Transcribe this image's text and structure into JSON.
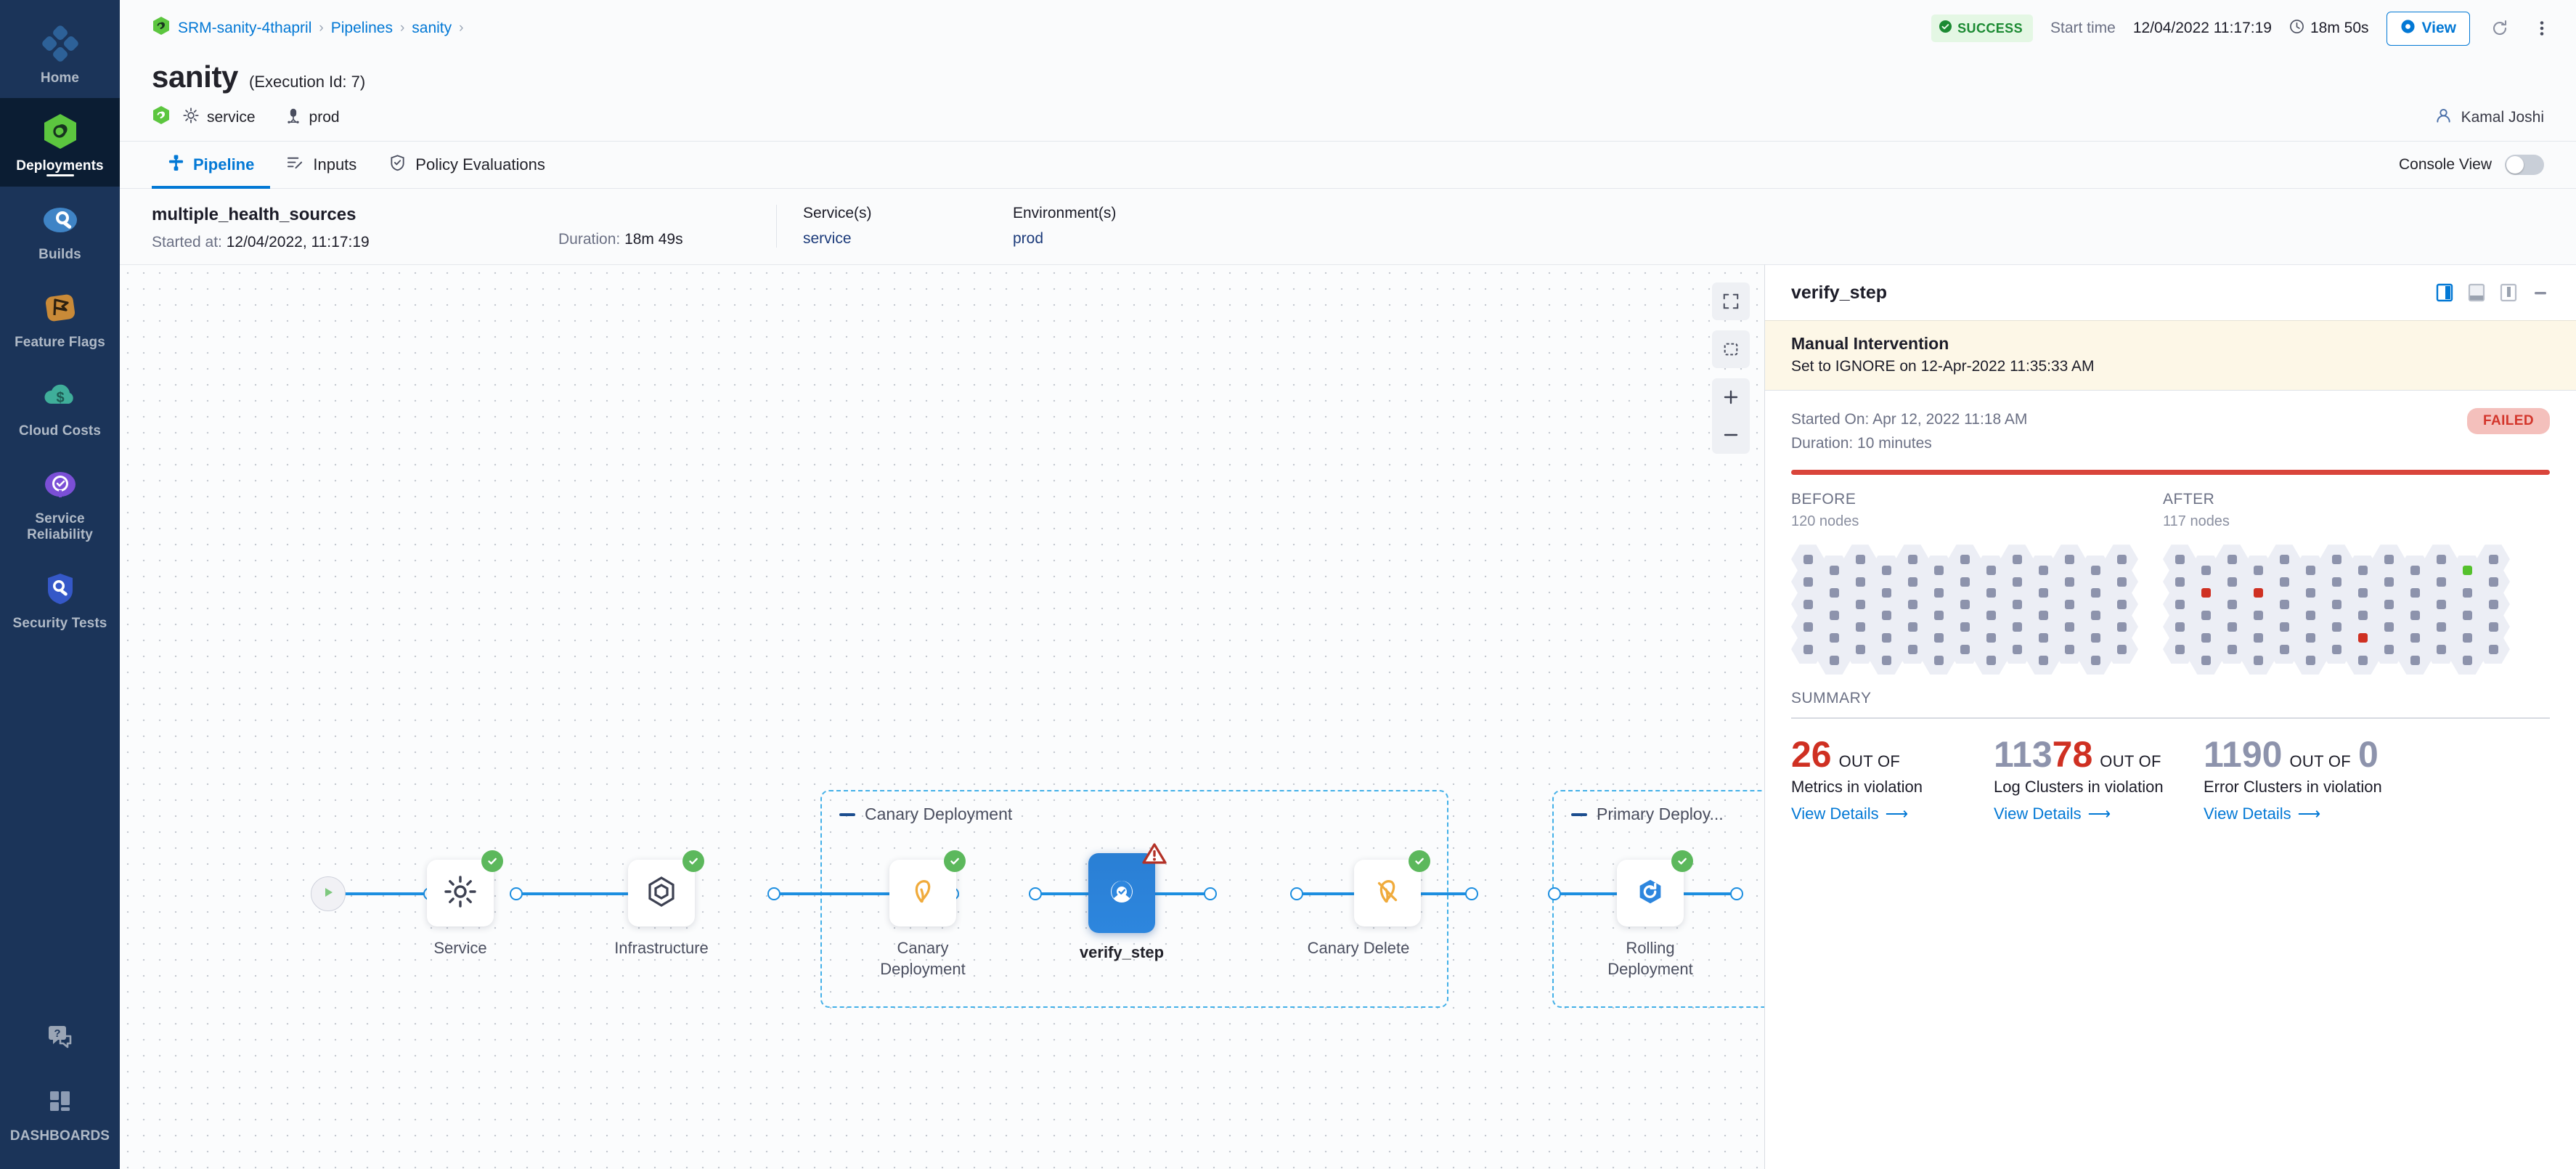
{
  "sidebar": {
    "items": [
      {
        "label": "Home",
        "icon": "home-grid-icon",
        "active": false
      },
      {
        "label": "Deployments",
        "icon": "deployments-infinity-icon",
        "active": true
      },
      {
        "label": "Builds",
        "icon": "builds-icon",
        "active": false
      },
      {
        "label": "Feature Flags",
        "icon": "feature-flags-icon",
        "active": false
      },
      {
        "label": "Cloud Costs",
        "icon": "cloud-costs-icon",
        "active": false
      },
      {
        "label": "Service Reliability",
        "icon": "service-reliability-icon",
        "active": false
      },
      {
        "label": "Security Tests",
        "icon": "security-tests-shield-icon",
        "active": false
      }
    ],
    "help_icon": "help-chat-icon",
    "dashboards": {
      "label": "DASHBOARDS",
      "icon": "dashboards-grid-icon"
    }
  },
  "topbar": {
    "breadcrumbs": [
      {
        "label": "SRM-sanity-4thapril",
        "icon": "project-infinity-icon"
      },
      {
        "label": "Pipelines"
      },
      {
        "label": "sanity"
      }
    ],
    "status_badge": "SUCCESS",
    "start_time_label": "Start time",
    "start_time_value": "12/04/2022 11:17:19",
    "duration": "18m 50s",
    "view_button": "View",
    "refresh_icon": "refresh-icon",
    "more_icon": "more-vertical-icon"
  },
  "header": {
    "pipeline_title": "sanity",
    "execution_id": "(Execution Id: 7)",
    "status_icon": "green-infinity-icon",
    "service_icon": "gear-icon",
    "service": "service",
    "environment_icon": "environment-icon",
    "environment": "prod",
    "user_icon": "user-avatar-icon",
    "user": "Kamal Joshi"
  },
  "tabs": [
    {
      "label": "Pipeline",
      "icon": "pipeline-icon",
      "active": true
    },
    {
      "label": "Inputs",
      "icon": "inputs-icon",
      "active": false
    },
    {
      "label": "Policy Evaluations",
      "icon": "policy-shield-icon",
      "active": false
    }
  ],
  "console_view": {
    "label": "Console View",
    "enabled": false
  },
  "execution_bar": {
    "name": "multiple_health_sources",
    "started_at_label": "Started at:",
    "started_at_value": "12/04/2022, 11:17:19",
    "duration_label": "Duration:",
    "duration_value": "18m 49s",
    "services_label": "Service(s)",
    "services_value": "service",
    "environments_label": "Environment(s)",
    "environments_value": "prod"
  },
  "graph": {
    "nodes": [
      {
        "name": "Service",
        "icon": "gear-icon",
        "status": "success",
        "selected": false
      },
      {
        "name": "Infrastructure",
        "icon": "hexagon-icon",
        "status": "success",
        "selected": false
      },
      {
        "name": "Canary Deployment",
        "icon": "canary-bird-icon",
        "status": "success",
        "selected": false
      },
      {
        "name": "verify_step",
        "icon": "verify-icon",
        "status": "warning",
        "selected": true
      },
      {
        "name": "Canary Delete",
        "icon": "canary-delete-icon",
        "status": "success",
        "selected": false
      },
      {
        "name": "Rolling Deployment",
        "icon": "rolling-deploy-icon",
        "status": "success",
        "selected": false
      }
    ],
    "groups": [
      {
        "label": "Canary Deployment"
      },
      {
        "label": "Primary Deploy..."
      }
    ],
    "tools": {
      "fullscreen": "fullscreen-icon",
      "fit": "fit-to-screen-icon",
      "zoom_in": "zoom-in-icon",
      "zoom_out": "zoom-out-icon"
    },
    "start_icon": "play-icon",
    "end_icon": "stop-icon"
  },
  "panel": {
    "title": "verify_step",
    "head_icons": [
      "panel-right-icon",
      "panel-bottom-icon",
      "panel-left-icon",
      "minimize-icon"
    ],
    "banner": {
      "title": "Manual Intervention",
      "subtitle": "Set to IGNORE on 12-Apr-2022 11:35:33 AM"
    },
    "started_on": "Started On: Apr 12, 2022 11:18 AM",
    "duration": "Duration: 10 minutes",
    "status_badge": "FAILED",
    "before": {
      "label": "BEFORE",
      "nodes": "120 nodes"
    },
    "after": {
      "label": "AFTER",
      "nodes": "117 nodes"
    },
    "summary_label": "SUMMARY",
    "metrics": [
      {
        "value": "26",
        "value_red": true,
        "value_prefix": "",
        "outof": "OUT OF",
        "denominator": "",
        "description": "Metrics in violation",
        "link": "View Details"
      },
      {
        "value": "78",
        "value_red": true,
        "value_prefix": "113",
        "outof": "OUT OF",
        "denominator": "",
        "description": "Log Clusters in violation",
        "link": "View Details"
      },
      {
        "value": "1190",
        "value_red": false,
        "value_prefix": "",
        "outof": "OUT OF",
        "denominator": "0",
        "description": "Error Clusters in violation",
        "link": "View Details"
      }
    ]
  },
  "colors": {
    "accent_blue": "#0278d5",
    "success_green": "#5cb85c",
    "fail_red": "#cf3022",
    "sidebar_bg": "#1b3459",
    "warn_banner": "#fdf7e7"
  }
}
